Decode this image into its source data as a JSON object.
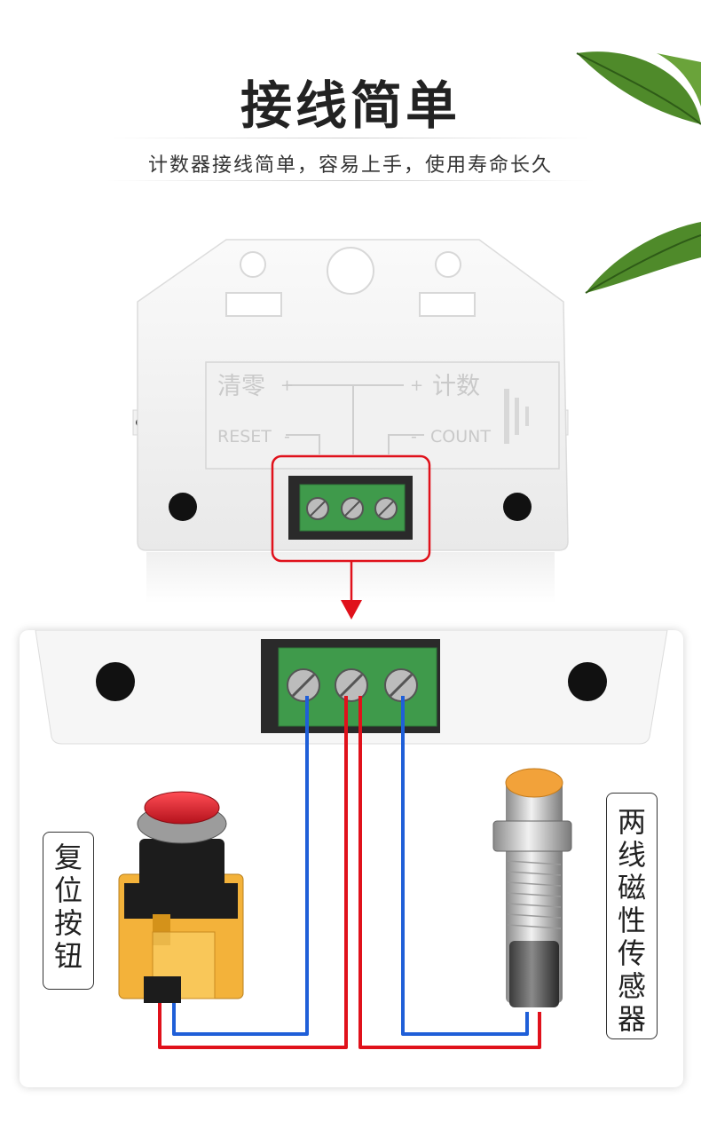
{
  "header": {
    "title": "接线简单",
    "subtitle": "计数器接线简单，容易上手，使用寿命长久"
  },
  "device_panel": {
    "reset_cn": "清零",
    "count_cn": "计数",
    "reset_en": "RESET",
    "count_en": "COUNT",
    "plus": "+",
    "minus": "-"
  },
  "labels": {
    "reset_button": "复\n位\n按\n钮",
    "sensor": "两\n线\n磁\n性\n传\n感\n器"
  },
  "colors": {
    "wire_red": "#e0111b",
    "wire_blue": "#1f5fd8",
    "highlight_red": "#e0111b",
    "terminal_green": "#3f9a4b",
    "button_red": "#d81e2a",
    "sensor_cap": "#f2a23a"
  },
  "icons": {
    "leaf": "leaf-icon",
    "arrow": "arrow-down-icon"
  }
}
